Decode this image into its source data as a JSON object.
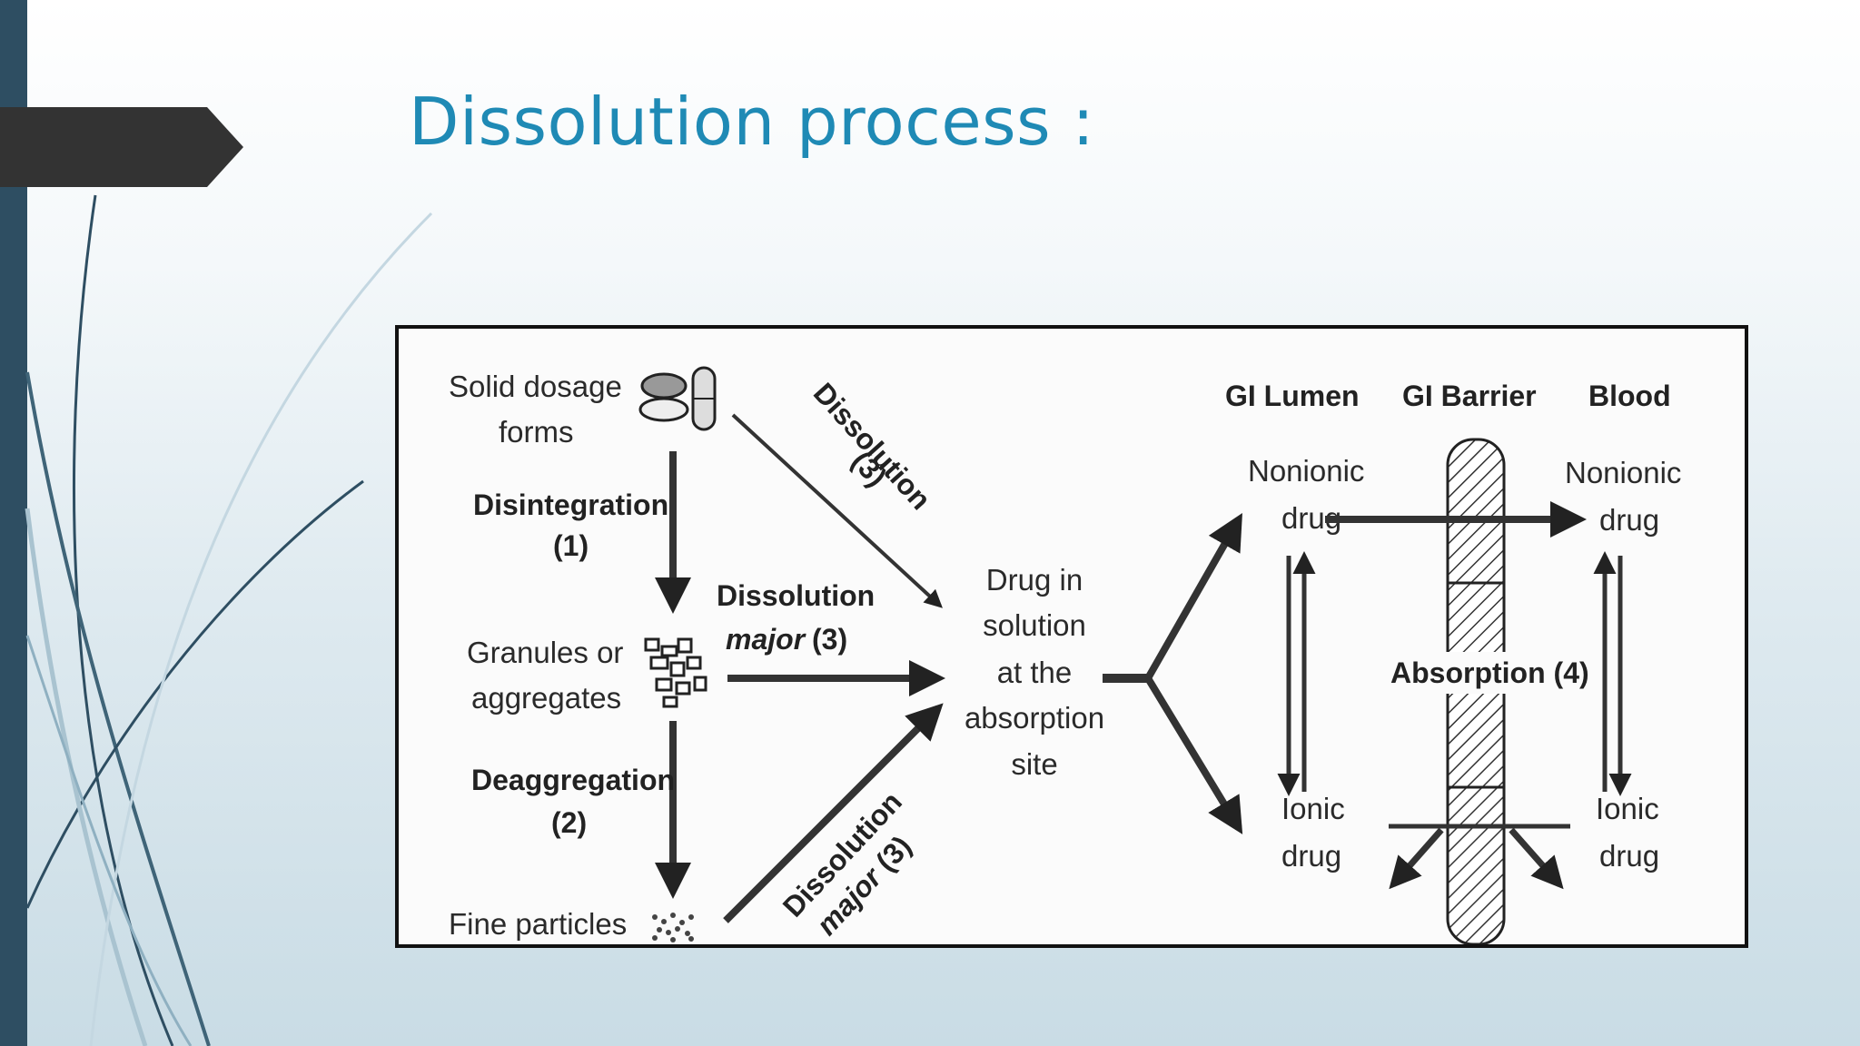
{
  "slide": {
    "title": "Dissolution process :"
  },
  "diagram": {
    "solid_dosage_line1": "Solid dosage",
    "solid_dosage_line2": "forms",
    "disintegration": "Disintegration",
    "disintegration_num": "(1)",
    "granules_line1": "Granules or",
    "granules_line2": "aggregates",
    "deaggregation": "Deaggregation",
    "deaggregation_num": "(2)",
    "fine_particles": "Fine particles",
    "dissolution_top": "Dissolution",
    "dissolution_top_num": "(3)",
    "dissolution_mid": "Dissolution",
    "dissolution_mid_major": "major",
    "dissolution_mid_num": "(3)",
    "dissolution_bottom": "Dissolution",
    "dissolution_bottom_major": "major",
    "dissolution_bottom_num": "(3)",
    "drug_solution": [
      "Drug in",
      "solution",
      "at the",
      "absorption",
      "site"
    ],
    "gi_lumen": "GI Lumen",
    "gi_barrier": "GI Barrier",
    "blood": "Blood",
    "nonionic_lumen_1": "Nonionic",
    "nonionic_lumen_2": "drug",
    "ionic_lumen_1": "Ionic",
    "ionic_lumen_2": "drug",
    "nonionic_blood_1": "Nonionic",
    "nonionic_blood_2": "drug",
    "ionic_blood_1": "Ionic",
    "ionic_blood_2": "drug",
    "absorption": "Absorption (4)"
  },
  "colors": {
    "title": "#1f8ab5",
    "sidebar": "#2e4e62",
    "tab": "#333333"
  },
  "icons": [
    "tablet-capsule-icon",
    "granules-icon",
    "fine-particles-icon",
    "barrier-hatch-pattern"
  ]
}
